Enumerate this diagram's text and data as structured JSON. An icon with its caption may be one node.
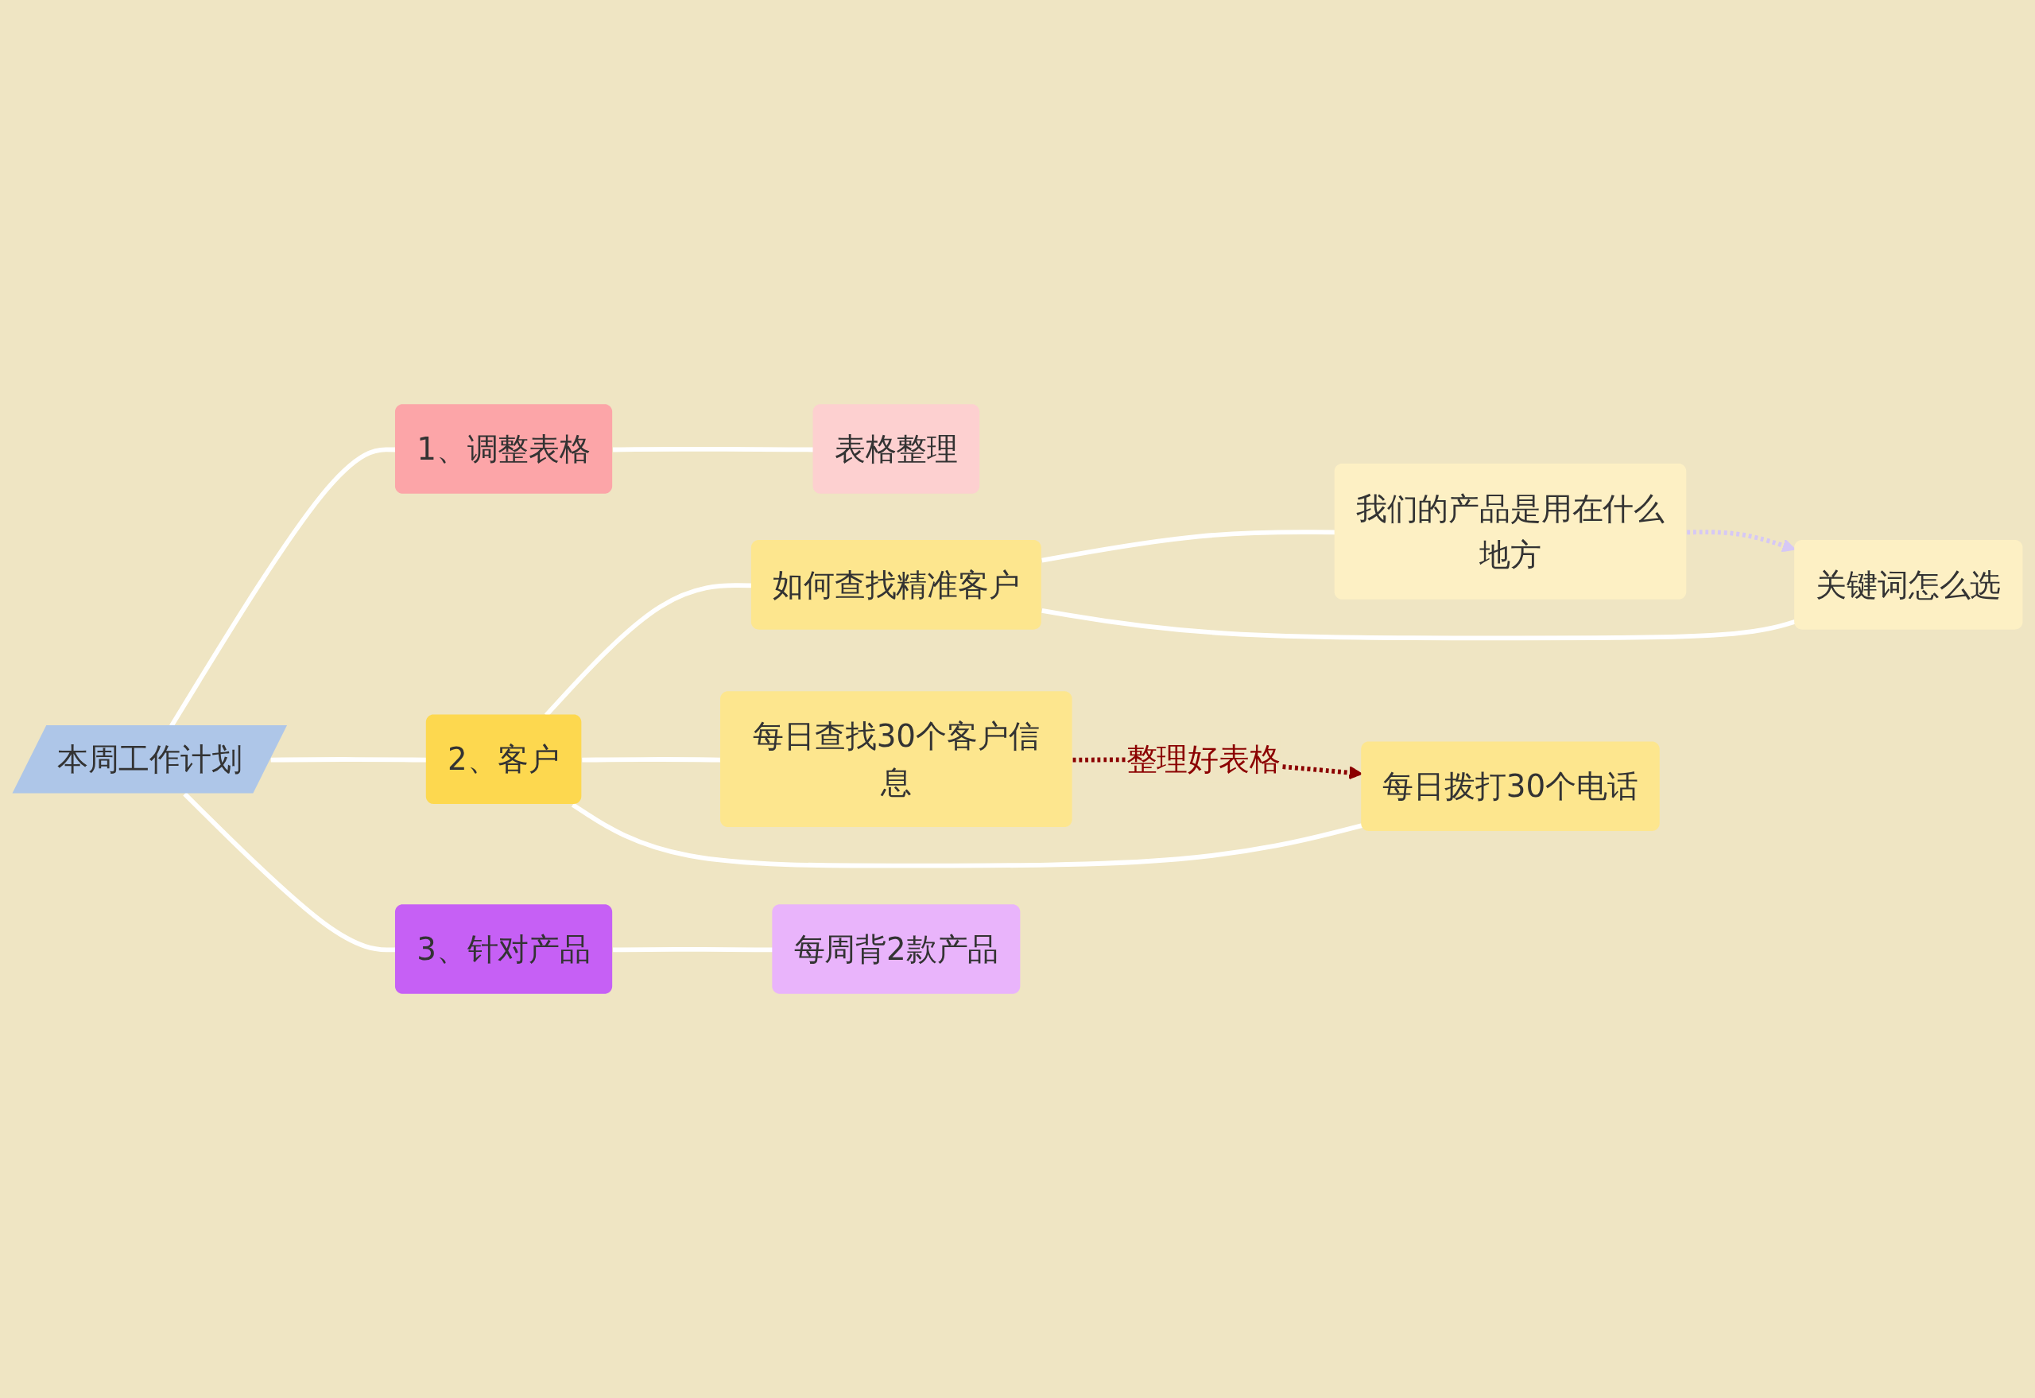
{
  "diagram": {
    "nodes": [
      {
        "text": [
          "本周工作计划"
        ]
      },
      {
        "text": [
          "1、调整表格"
        ]
      },
      {
        "text": [
          "表格整理"
        ]
      },
      {
        "text": [
          "2、客户"
        ]
      },
      {
        "text": [
          "如何查找精准客户"
        ]
      },
      {
        "text": [
          "我们的产品是用在什么地方"
        ]
      },
      {
        "text": [
          "关键词怎么选"
        ]
      },
      {
        "text": [
          "每日查找30个客户信息"
        ]
      },
      {
        "text": [
          "每日拨打30个电话"
        ]
      },
      {
        "text": [
          "3、针对产品"
        ]
      },
      {
        "text": [
          "每周背2款产品"
        ]
      }
    ],
    "edges": [
      {
        "from": 0,
        "to": 1,
        "arrow": "none"
      },
      {
        "from": 1,
        "to": 2,
        "arrow": "none"
      },
      {
        "from": 0,
        "to": 3,
        "arrow": "none"
      },
      {
        "from": 3,
        "to": 4,
        "arrow": "none"
      },
      {
        "from": 4,
        "to": 5,
        "arrow": "none"
      },
      {
        "from": 4,
        "to": 6,
        "arrow": "none"
      },
      {
        "from": 3,
        "to": 7,
        "arrow": "none"
      },
      {
        "from": 3,
        "to": 8,
        "arrow": "none"
      },
      {
        "from": 0,
        "to": 9,
        "arrow": "none"
      },
      {
        "from": 9,
        "to": 10,
        "arrow": "none"
      },
      {
        "from": 5,
        "to": 6,
        "arrow": "to",
        "style": "dashed",
        "color": "#d6c8f5"
      },
      {
        "from": 7,
        "to": 8,
        "arrow": "to",
        "style": "dashed",
        "color": "#8b0000",
        "label": "整理好表格"
      }
    ]
  }
}
